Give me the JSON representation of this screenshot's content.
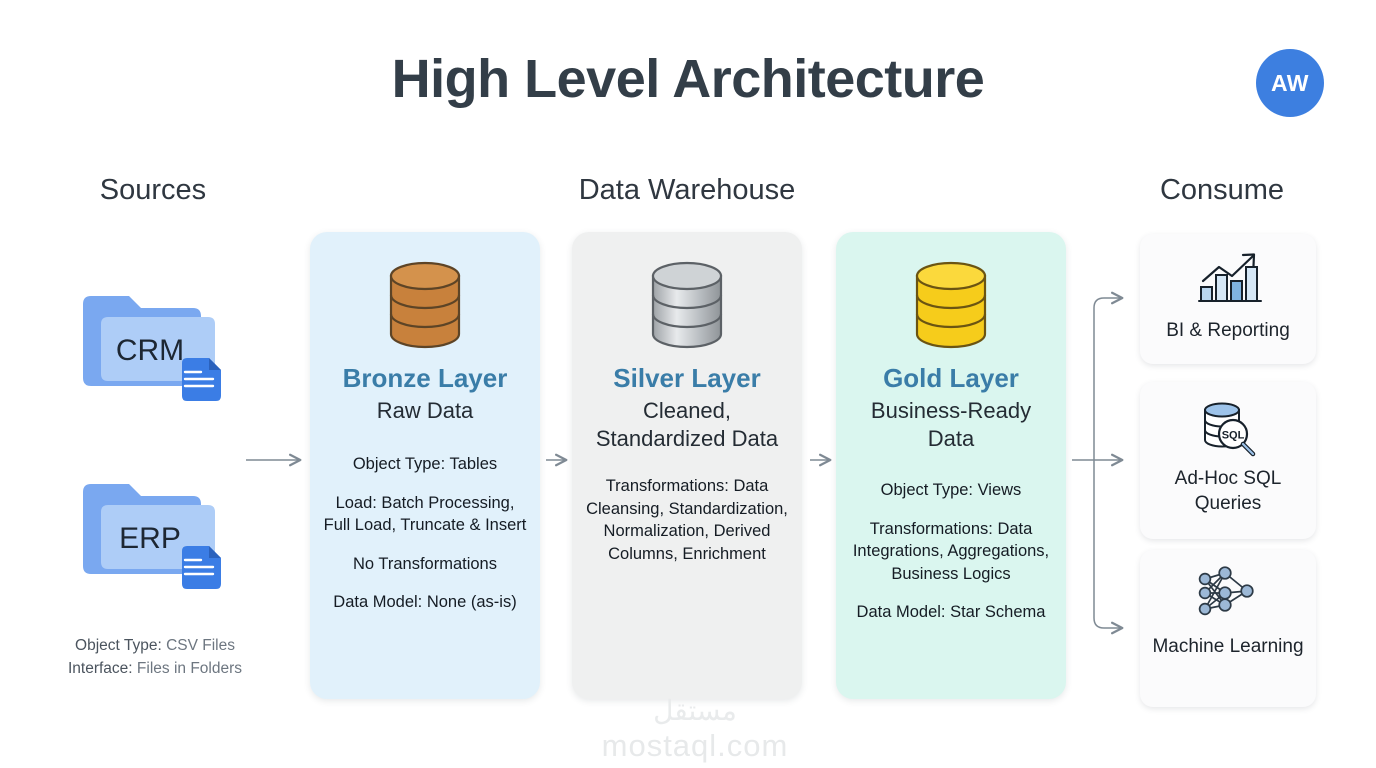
{
  "header": {
    "title": "High Level Architecture",
    "avatar_initials": "AW",
    "avatar_color": "#3d7fe0"
  },
  "columns": {
    "sources": "Sources",
    "warehouse": "Data Warehouse",
    "consume": "Consume"
  },
  "sources": {
    "items": [
      {
        "label": "CRM",
        "icon": "folder-icon"
      },
      {
        "label": "ERP",
        "icon": "folder-icon"
      }
    ],
    "meta_object_type_key": "Object Type:",
    "meta_object_type_value": "CSV Files",
    "meta_interface_key": "Interface:",
    "meta_interface_value": "Files in Folders"
  },
  "layers": [
    {
      "id": "bronze",
      "title": "Bronze Layer",
      "subtitle": "Raw Data",
      "icon": "database-cylinder-bronze-icon",
      "bg": "#e1f1fb",
      "lines": [
        "Object Type: Tables",
        "Load: Batch Processing, Full Load, Truncate & Insert",
        "No Transformations",
        "Data Model: None (as-is)"
      ]
    },
    {
      "id": "silver",
      "title": "Silver Layer",
      "subtitle": "Cleaned, Standardized Data",
      "icon": "database-cylinder-silver-icon",
      "bg": "#eff0f0",
      "lines": [
        "Transformations: Data Cleansing, Standardization, Normalization, Derived Columns, Enrichment"
      ]
    },
    {
      "id": "gold",
      "title": "Gold Layer",
      "subtitle": "Business-Ready Data",
      "icon": "database-cylinder-gold-icon",
      "bg": "#daf6ef",
      "lines": [
        "Object Type: Views",
        "Transformations: Data Integrations, Aggregations, Business Logics",
        "Data Model: Star Schema"
      ]
    }
  ],
  "consume": [
    {
      "label": "BI & Reporting",
      "icon": "bar-chart-trend-icon"
    },
    {
      "label": "Ad-Hoc SQL Queries",
      "icon": "database-sql-search-icon"
    },
    {
      "label": "Machine Learning",
      "icon": "neural-network-icon"
    }
  ],
  "watermark": {
    "arabic": "مستقل",
    "latin": "mostaql.com"
  },
  "colors": {
    "title_text": "#333e48",
    "layer_title": "#3a7da8",
    "arrow": "#7f8a94",
    "muted_text": "#6d7680"
  }
}
